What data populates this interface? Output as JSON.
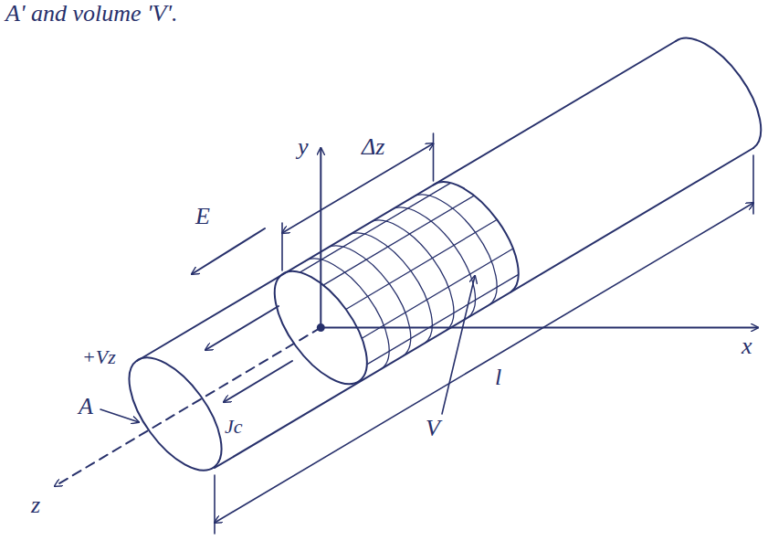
{
  "diagram": {
    "labels": [
      "A' and volume 'V'.",
      "y",
      "Δz",
      "E",
      "+Vz",
      "A",
      "Jc",
      "x",
      "l",
      "V",
      "z"
    ]
  }
}
